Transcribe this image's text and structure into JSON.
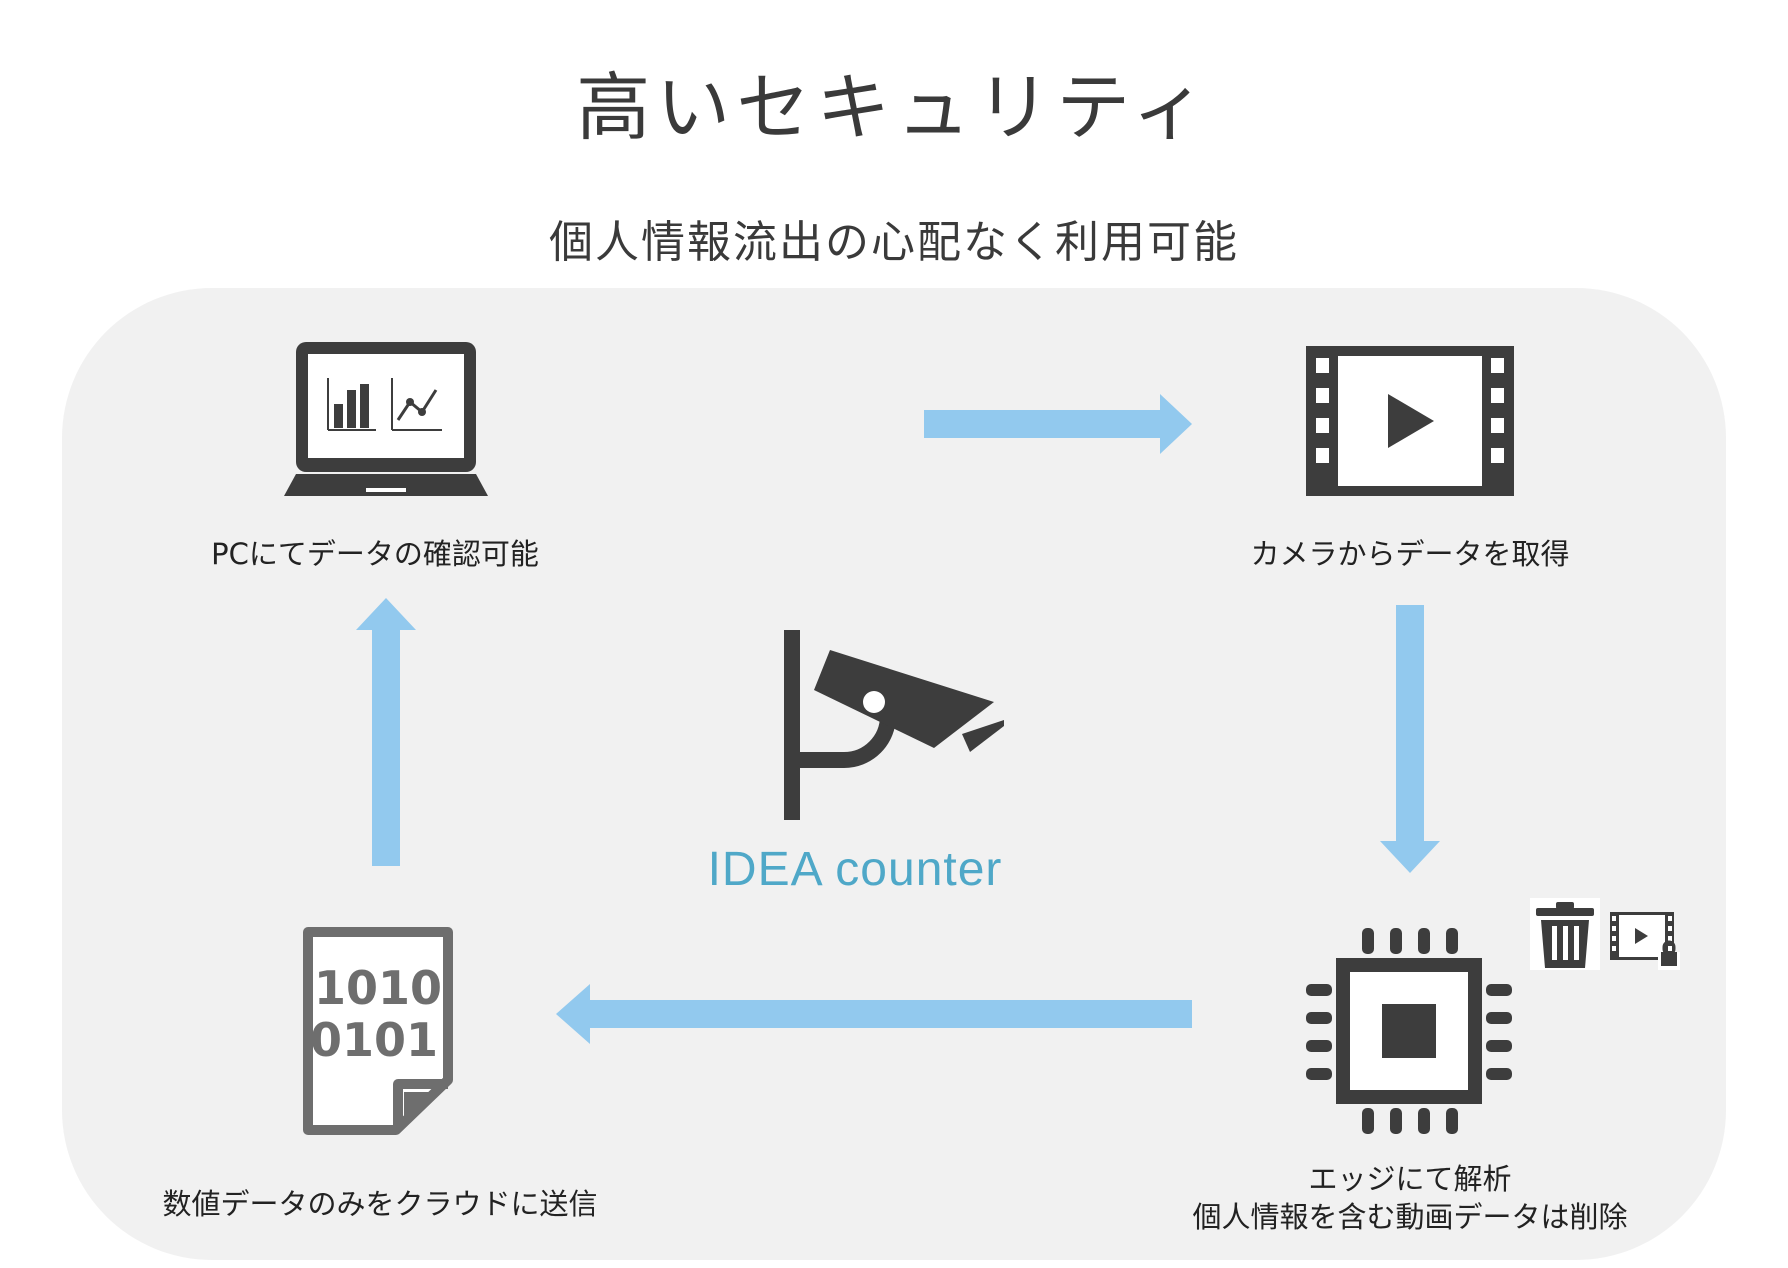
{
  "header": {
    "title": "高いセキュリティ",
    "subtitle": "個人情報流出の心配なく利用可能"
  },
  "diagram": {
    "center": {
      "brand": "IDEA counter",
      "icon": "security-camera-icon"
    },
    "nodes": [
      {
        "id": "pc",
        "label": "PCにてデータの確認可能",
        "icon": "laptop-chart-icon"
      },
      {
        "id": "camera",
        "label": "カメラからデータを取得",
        "icon": "video-film-icon"
      },
      {
        "id": "edge",
        "label_line1": "エッジにて解析",
        "label_line2": "個人情報を含む動画データは削除",
        "icon": "chip-icon",
        "extra_icons": [
          "trash-icon",
          "locked-video-icon"
        ]
      },
      {
        "id": "cloud",
        "label": "数値データのみをクラウドに送信",
        "icon": "binary-file-icon"
      }
    ],
    "flow": [
      "pc → camera",
      "camera → edge",
      "edge → cloud",
      "cloud → pc"
    ]
  },
  "colors": {
    "background_panel": "#f1f1f1",
    "arrow": "#92c9ee",
    "icon": "#3d3d3d",
    "brand": "#4fa8c8"
  }
}
